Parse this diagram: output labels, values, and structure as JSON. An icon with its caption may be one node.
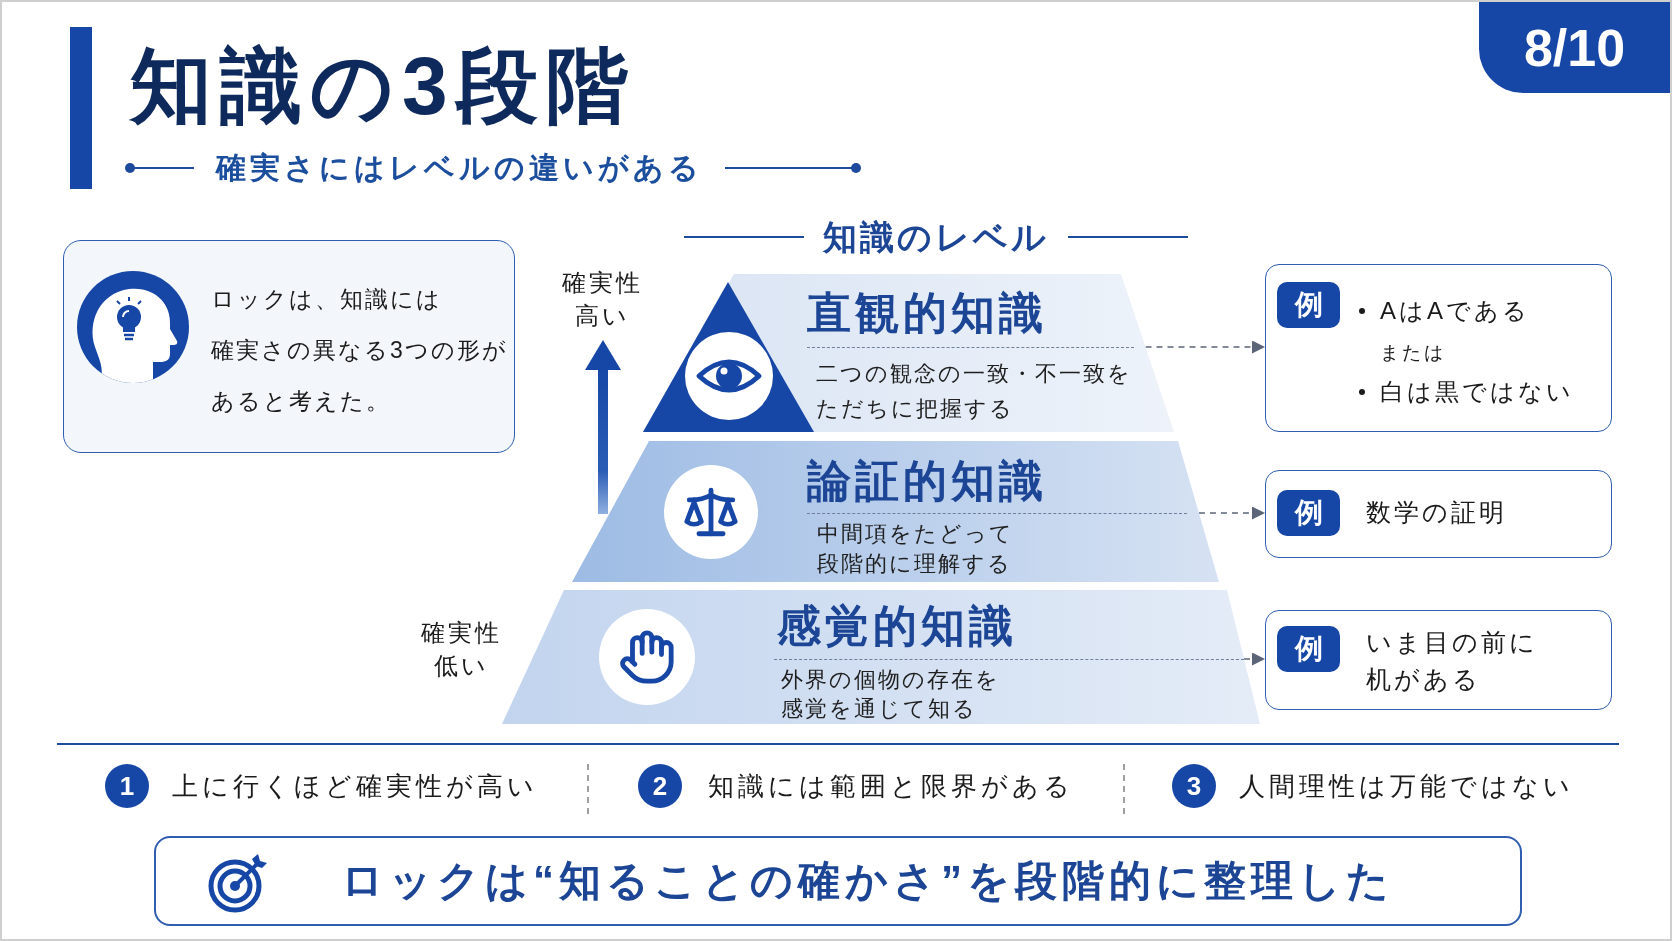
{
  "diagram": {
    "title": "知識の3段階",
    "nodes": [
      {
        "text": [
          "8/10"
        ]
      },
      {
        "text": [
          "ロックは、知識には確実さの異なる3つの形があると考えた。"
        ]
      },
      {
        "text": [
          "直観的知識",
          "二つの観念の一致・不一致をただちに把握する"
        ]
      },
      {
        "text": [
          "AはAである",
          "または",
          "白は黒ではない"
        ]
      },
      {
        "text": [
          "例"
        ],
        "in": 3
      },
      {
        "text": [
          "論証的知識",
          "中間項をたどって段階的に理解する"
        ]
      },
      {
        "text": [
          "数学の証明"
        ]
      },
      {
        "text": [
          "例"
        ],
        "in": 6
      },
      {
        "text": [
          "感覚的知識",
          "外界の個物の存在を感覚を通じて知る"
        ]
      },
      {
        "text": [
          "いま目の前に机がある"
        ]
      },
      {
        "text": [
          "例"
        ],
        "in": 9
      },
      {
        "text": [
          "1"
        ],
        "beside": [
          "上に行くほど確実性が高い"
        ]
      },
      {
        "text": [
          "2"
        ],
        "beside": [
          "知識には範囲と限界がある"
        ]
      },
      {
        "text": [
          "3"
        ],
        "beside": [
          "人間理性は万能ではない"
        ]
      },
      {
        "text": [
          "ロックは“知ることの確かさ”を段階的に整理した"
        ]
      }
    ],
    "edges": [
      {
        "from": 2,
        "to": 3,
        "arrow": "to",
        "style": "dashed"
      },
      {
        "from": 5,
        "to": 6,
        "arrow": "to",
        "style": "dashed"
      },
      {
        "from": 8,
        "to": 9,
        "arrow": "to",
        "style": "dashed"
      }
    ],
    "labels": [
      "確実さにはレベルの違いがある",
      "知識のレベル",
      "確実性高い",
      "確実性低い"
    ]
  }
}
